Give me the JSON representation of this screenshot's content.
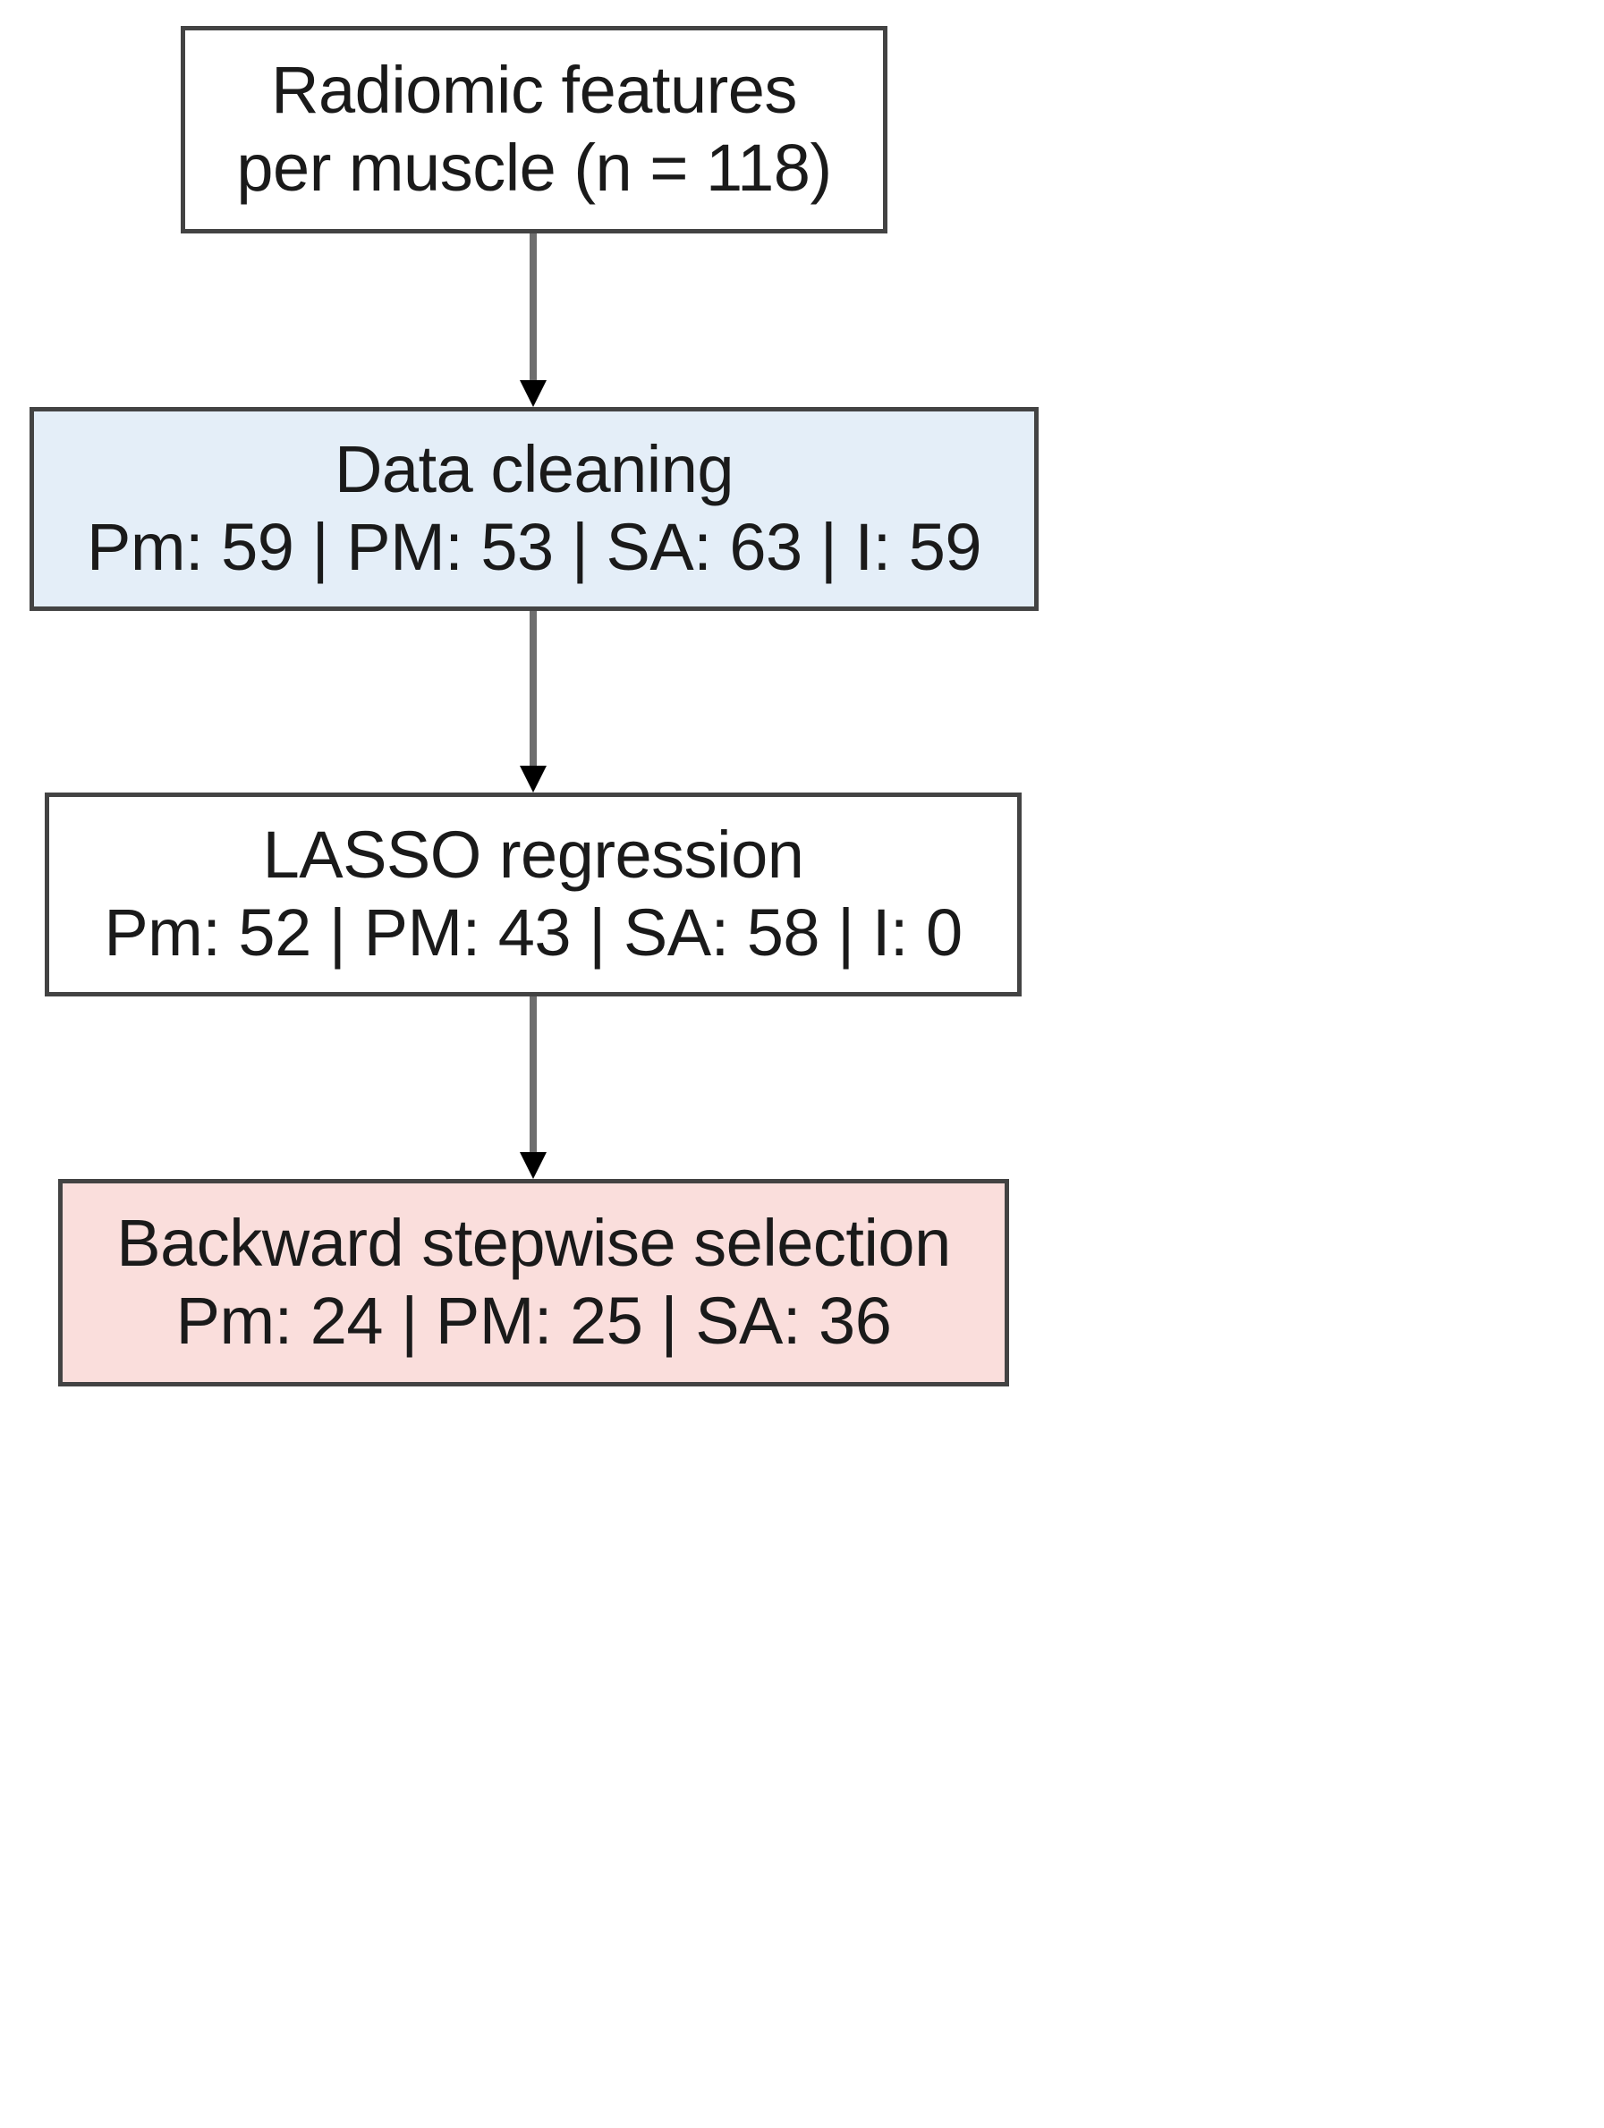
{
  "figure": {
    "type": "flowchart",
    "orientation": "top-to-bottom",
    "background": "#ffffff",
    "border_color": "#434343",
    "arrow_stem_color": "#6e6e6e",
    "arrow_head_color": "#000000"
  },
  "nodes": [
    {
      "id": "features",
      "title": "Radiomic features",
      "subtitle": "per muscle (n = 118)",
      "fill": "#ffffff",
      "counts": {
        "n": 118
      }
    },
    {
      "id": "cleaning",
      "title": "Data cleaning",
      "subtitle": "Pm: 59 | PM: 53 | SA: 63 | I: 59",
      "fill": "#e4eef8",
      "counts": {
        "Pm": 59,
        "PM": 53,
        "SA": 63,
        "I": 59
      }
    },
    {
      "id": "lasso",
      "title": "LASSO regression",
      "subtitle": "Pm: 52 | PM: 43 | SA: 58 | I: 0",
      "fill": "#ffffff",
      "counts": {
        "Pm": 52,
        "PM": 43,
        "SA": 58,
        "I": 0
      }
    },
    {
      "id": "backward",
      "title": "Backward stepwise selection",
      "subtitle": "Pm: 24 | PM: 25 | SA: 36",
      "fill": "#fadedc",
      "counts": {
        "Pm": 24,
        "PM": 25,
        "SA": 36
      }
    }
  ],
  "arrows": [
    {
      "id": "arrow-1",
      "from": "features",
      "to": "cleaning",
      "glyph": "arrow-down-icon"
    },
    {
      "id": "arrow-2",
      "from": "cleaning",
      "to": "lasso",
      "glyph": "arrow-down-icon"
    },
    {
      "id": "arrow-3",
      "from": "lasso",
      "to": "backward",
      "glyph": "arrow-down-icon"
    }
  ]
}
